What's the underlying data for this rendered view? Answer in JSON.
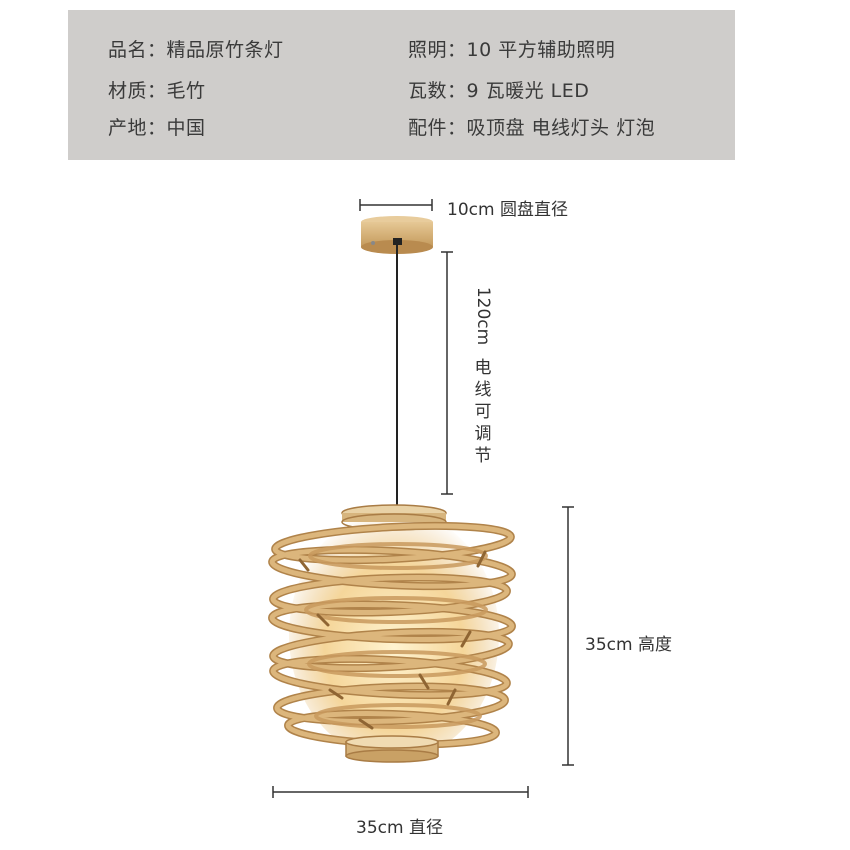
{
  "specs": {
    "name": "品名：精品原竹条灯",
    "material": "材质：毛竹",
    "origin": "产地：中国",
    "lighting": "照明：10 平方辅助照明",
    "wattage": "瓦数：9 瓦暖光 LED",
    "accessories": "配件：吸顶盘 电线灯头 灯泡"
  },
  "dimensions": {
    "canopy": "10cm 圆盘直径",
    "cable_length": "120cm",
    "cable_note": [
      "电",
      "线",
      "可",
      "调",
      "节"
    ],
    "height": "35cm 高度",
    "diameter": "35cm 直径"
  },
  "colors": {
    "panel": "#cfcdcb",
    "bamboo": "#d9b27a",
    "bamboo_dark": "#a97c45",
    "glow": "#fbe3b0",
    "cord": "#222222"
  }
}
